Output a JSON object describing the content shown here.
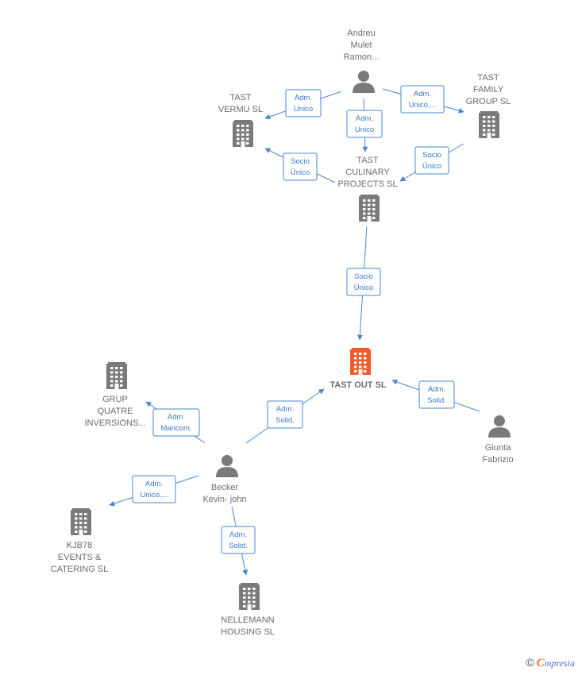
{
  "colors": {
    "edge": "#4a86d4",
    "edge_text": "#3a78c8",
    "node_icon": "#7a7a7a",
    "main_company_icon": "#f05a28",
    "label": "#6b6b6b"
  },
  "nodes": [
    {
      "id": "andreu",
      "type": "person",
      "lines": [
        "Andreu",
        "Mulet",
        "Ramon..."
      ]
    },
    {
      "id": "tast_vermu",
      "type": "company",
      "lines": [
        "TAST",
        "VERMU  SL"
      ]
    },
    {
      "id": "tast_family",
      "type": "company",
      "lines": [
        "TAST",
        "FAMILY",
        "GROUP  SL"
      ]
    },
    {
      "id": "tast_culinary",
      "type": "company",
      "lines": [
        "TAST",
        "CULINARY",
        "PROJECTS  SL"
      ]
    },
    {
      "id": "tast_out",
      "type": "company",
      "main": true,
      "lines": [
        "TAST OUT  SL"
      ]
    },
    {
      "id": "grup_quatre",
      "type": "company",
      "lines": [
        "GRUP",
        "QUATRE",
        "INVERSIONS..."
      ]
    },
    {
      "id": "giunta",
      "type": "person",
      "lines": [
        "Giunta",
        "Fabrizio"
      ]
    },
    {
      "id": "becker",
      "type": "person",
      "lines": [
        "Becker",
        "Kevin- john"
      ]
    },
    {
      "id": "kjb78",
      "type": "company",
      "lines": [
        "KJB78",
        "EVENTS &",
        "CATERING SL"
      ]
    },
    {
      "id": "nellemann",
      "type": "company",
      "lines": [
        "NELLEMANN",
        "HOUSING  SL"
      ]
    }
  ],
  "edges": [
    {
      "id": "e_andreu_vermu",
      "from": "andreu",
      "to": "tast_vermu",
      "label": [
        "Adm.",
        "Unico"
      ]
    },
    {
      "id": "e_andreu_family",
      "from": "andreu",
      "to": "tast_family",
      "label": [
        "Adm.",
        "Unico,..."
      ]
    },
    {
      "id": "e_andreu_culinary",
      "from": "andreu",
      "to": "tast_culinary",
      "label": [
        "Adm.",
        "Unico"
      ]
    },
    {
      "id": "e_culinary_vermu",
      "from": "tast_culinary",
      "to": "tast_vermu",
      "label": [
        "Socio",
        "Único"
      ]
    },
    {
      "id": "e_family_culinary",
      "from": "tast_family",
      "to": "tast_culinary",
      "label": [
        "Socio",
        "Único"
      ]
    },
    {
      "id": "e_culinary_out",
      "from": "tast_culinary",
      "to": "tast_out",
      "label": [
        "Socio",
        "Único"
      ]
    },
    {
      "id": "e_giunta_out",
      "from": "giunta",
      "to": "tast_out",
      "label": [
        "Adm.",
        "Solid."
      ]
    },
    {
      "id": "e_becker_out",
      "from": "becker",
      "to": "tast_out",
      "label": [
        "Adm.",
        "Solid."
      ]
    },
    {
      "id": "e_becker_grup",
      "from": "becker",
      "to": "grup_quatre",
      "label": [
        "Adm.",
        "Mancom."
      ]
    },
    {
      "id": "e_becker_kjb",
      "from": "becker",
      "to": "kjb78",
      "label": [
        "Adm.",
        "Unico,..."
      ]
    },
    {
      "id": "e_becker_nellemann",
      "from": "becker",
      "to": "nellemann",
      "label": [
        "Adm.",
        "Solid."
      ]
    }
  ],
  "brand": {
    "copyright": "©",
    "e": "C",
    "rest": "mpresia"
  }
}
